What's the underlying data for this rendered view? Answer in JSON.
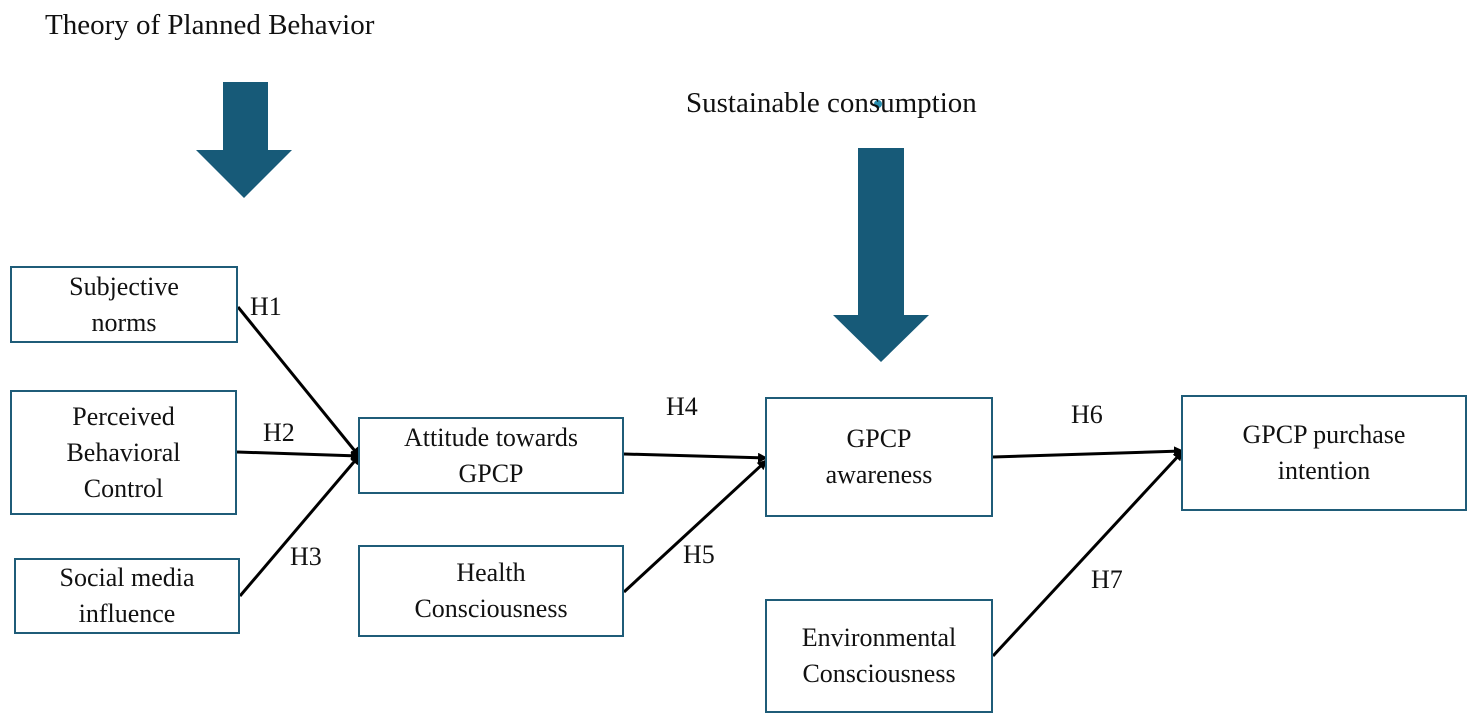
{
  "titles": {
    "tpb": "Theory of Planned Behavior",
    "sustainable": "Sustainable consumption"
  },
  "boxes": {
    "subjective_norms": [
      "Subjective",
      "norms"
    ],
    "perceived_behavioral_control": [
      "Perceived",
      "Behavioral",
      "Control"
    ],
    "social_media_influence": [
      "Social media",
      "influence"
    ],
    "attitude_towards_gpcp": [
      "Attitude towards",
      "GPCP"
    ],
    "health_consciousness": [
      "Health",
      "Consciousness"
    ],
    "gpcp_awareness": [
      "GPCP",
      "awareness"
    ],
    "environmental_consciousness": [
      "Environmental",
      "Consciousness"
    ],
    "gpcp_purchase_intention": [
      "GPCP purchase",
      "intention"
    ]
  },
  "hypotheses": {
    "h1": "H1",
    "h2": "H2",
    "h3": "H3",
    "h4": "H4",
    "h5": "H5",
    "h6": "H6",
    "h7": "H7"
  },
  "colors": {
    "big_arrow": "#175a78",
    "box_border": "#1f5c78",
    "line": "#000000"
  }
}
